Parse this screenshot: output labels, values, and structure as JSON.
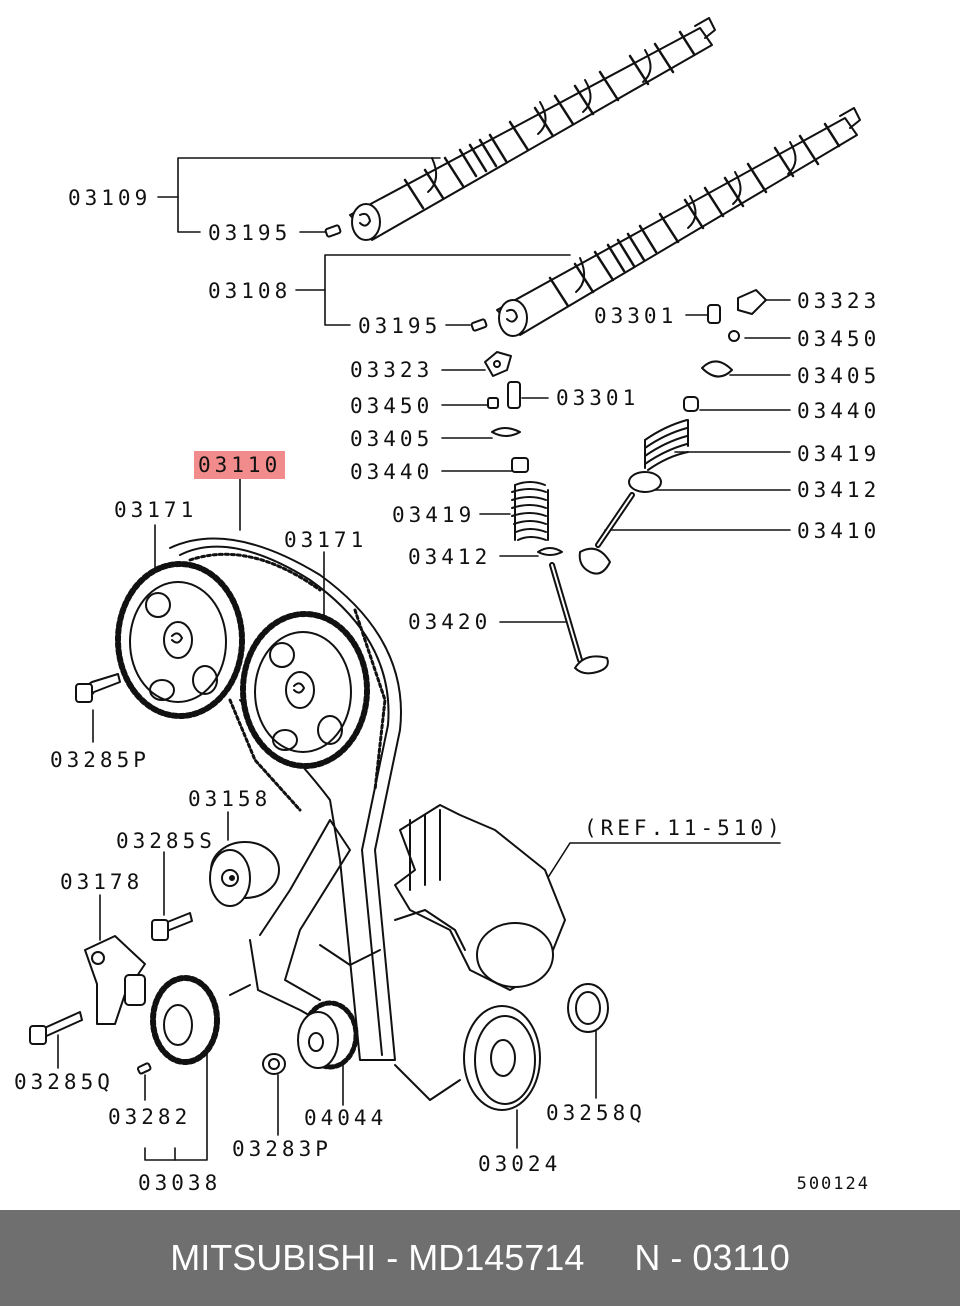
{
  "diagram": {
    "highlight_color": "#f28b8b",
    "figure_number": "500124",
    "labels": [
      {
        "id": "03109",
        "text": "03109"
      },
      {
        "id": "03195a",
        "text": "03195"
      },
      {
        "id": "03108",
        "text": "03108"
      },
      {
        "id": "03195b",
        "text": "03195"
      },
      {
        "id": "03301a",
        "text": "03301"
      },
      {
        "id": "03323a",
        "text": "03323"
      },
      {
        "id": "03450a",
        "text": "03450"
      },
      {
        "id": "03405a",
        "text": "03405"
      },
      {
        "id": "03440a",
        "text": "03440"
      },
      {
        "id": "03419a",
        "text": "03419"
      },
      {
        "id": "03412a",
        "text": "03412"
      },
      {
        "id": "03410",
        "text": "03410"
      },
      {
        "id": "03323b",
        "text": "03323"
      },
      {
        "id": "03450b",
        "text": "03450"
      },
      {
        "id": "03301b",
        "text": "03301"
      },
      {
        "id": "03405b",
        "text": "03405"
      },
      {
        "id": "03440b",
        "text": "03440"
      },
      {
        "id": "03419b",
        "text": "03419"
      },
      {
        "id": "03412b",
        "text": "03412"
      },
      {
        "id": "03420",
        "text": "03420"
      },
      {
        "id": "03110",
        "text": "03110",
        "highlighted": true
      },
      {
        "id": "03171a",
        "text": "03171"
      },
      {
        "id": "03171b",
        "text": "03171"
      },
      {
        "id": "03285P",
        "text": "03285P"
      },
      {
        "id": "03158",
        "text": "03158"
      },
      {
        "id": "03285S",
        "text": "03285S"
      },
      {
        "id": "ref",
        "text": "(REF.11-510)"
      },
      {
        "id": "03178",
        "text": "03178"
      },
      {
        "id": "03285Q",
        "text": "03285Q"
      },
      {
        "id": "03282",
        "text": "03282"
      },
      {
        "id": "03038",
        "text": "03038"
      },
      {
        "id": "03283P",
        "text": "03283P"
      },
      {
        "id": "04044",
        "text": "04044"
      },
      {
        "id": "03024",
        "text": "03024"
      },
      {
        "id": "03258Q",
        "text": "03258Q"
      }
    ]
  },
  "footer": {
    "text": "MITSUBISHI - MD145714     N - 03110"
  }
}
